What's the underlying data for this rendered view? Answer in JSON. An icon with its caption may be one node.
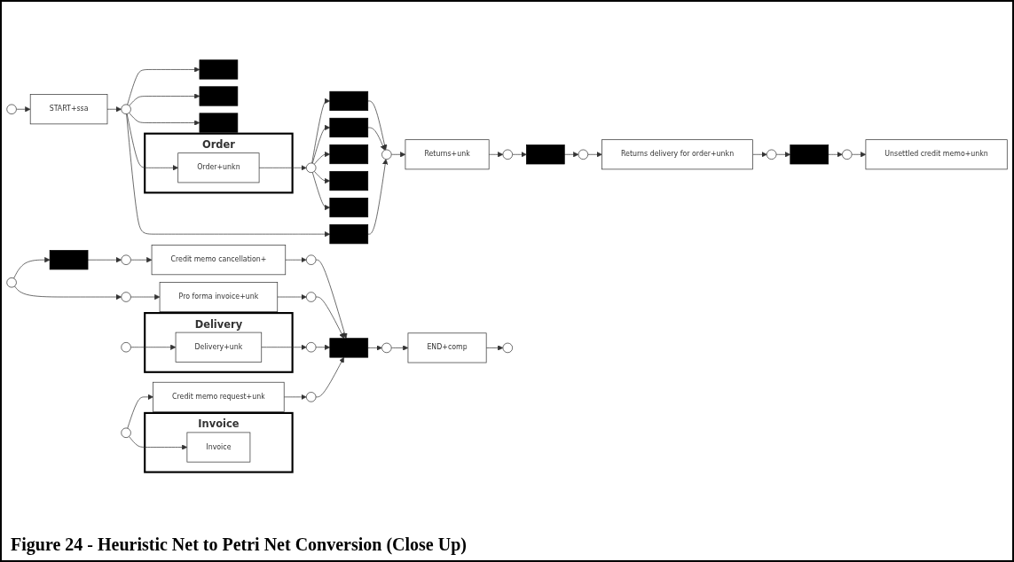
{
  "diagram": {
    "caption": "Figure 24 - Heuristic Net to Petri Net Conversion (Close Up)",
    "nodes": [
      {
        "text": [],
        "shape": "circle"
      },
      {
        "text": [
          "START+ssa"
        ]
      },
      {
        "text": [],
        "shape": "circle"
      },
      {
        "text": [],
        "shape": "bar"
      },
      {
        "text": [],
        "shape": "bar"
      },
      {
        "text": [],
        "shape": "bar"
      },
      {
        "text": [
          "Order"
        ]
      },
      {
        "text": [
          "Order+unkn"
        ],
        "in": 6
      },
      {
        "text": [],
        "shape": "circle"
      },
      {
        "text": [],
        "shape": "bar"
      },
      {
        "text": [],
        "shape": "bar"
      },
      {
        "text": [],
        "shape": "bar"
      },
      {
        "text": [],
        "shape": "circle"
      },
      {
        "text": [
          "Returns+unk"
        ]
      },
      {
        "text": [],
        "shape": "circle"
      },
      {
        "text": [],
        "shape": "bar"
      },
      {
        "text": [],
        "shape": "circle"
      },
      {
        "text": [
          "Returns delivery for order+unkn"
        ]
      },
      {
        "text": [],
        "shape": "circle"
      },
      {
        "text": [],
        "shape": "bar"
      },
      {
        "text": [],
        "shape": "circle"
      },
      {
        "text": [
          "Unsettled credit memo+unkn"
        ]
      },
      {
        "text": [],
        "shape": "circle"
      },
      {
        "text": [],
        "shape": "bar"
      },
      {
        "text": [],
        "shape": "circle"
      },
      {
        "text": [
          "Credit memo cancellation+"
        ]
      },
      {
        "text": [],
        "shape": "circle"
      },
      {
        "text": [
          "Pro forma invoice+unk"
        ]
      },
      {
        "text": [],
        "shape": "circle"
      },
      {
        "text": [],
        "shape": "circle"
      },
      {
        "text": [],
        "shape": "bar"
      },
      {
        "text": [],
        "shape": "bar"
      },
      {
        "text": [],
        "shape": "bar"
      },
      {
        "text": [],
        "shape": "circle"
      },
      {
        "text": [
          "Delivery"
        ]
      },
      {
        "text": [
          "Delivery+unk"
        ],
        "in": 34
      },
      {
        "text": [],
        "shape": "circle"
      },
      {
        "text": [
          "Credit memo request+unk"
        ]
      },
      {
        "text": [
          "Invoice"
        ]
      },
      {
        "text": [
          "Invoice"
        ],
        "in": 38
      },
      {
        "text": [],
        "shape": "circle"
      },
      {
        "text": [],
        "shape": "circle"
      },
      {
        "text": [],
        "shape": "bar"
      },
      {
        "text": [],
        "shape": "circle"
      },
      {
        "text": [
          "END+comp"
        ]
      },
      {
        "text": [],
        "shape": "circle"
      }
    ],
    "edges": [
      {
        "from": 0,
        "to": 1,
        "arrow": "to"
      },
      {
        "from": 1,
        "to": 2,
        "arrow": "to"
      },
      {
        "from": 2,
        "to": 3,
        "arrow": "to"
      },
      {
        "from": 2,
        "to": 4,
        "arrow": "to"
      },
      {
        "from": 2,
        "to": 5,
        "arrow": "to"
      },
      {
        "from": 2,
        "to": 7,
        "arrow": "to"
      },
      {
        "from": 2,
        "to": 9,
        "arrow": "to"
      },
      {
        "from": 7,
        "to": 8,
        "arrow": "to"
      },
      {
        "from": 8,
        "to": 10,
        "arrow": "to"
      },
      {
        "from": 8,
        "to": 11,
        "arrow": "to"
      },
      {
        "from": 8,
        "to": 30,
        "arrow": "to"
      },
      {
        "from": 8,
        "to": 31,
        "arrow": "to"
      },
      {
        "from": 8,
        "to": 32,
        "arrow": "to"
      },
      {
        "from": 9,
        "to": 12,
        "arrow": "to"
      },
      {
        "from": 10,
        "to": 12,
        "arrow": "to"
      },
      {
        "from": 11,
        "to": 12,
        "arrow": "to"
      },
      {
        "from": 12,
        "to": 13,
        "arrow": "to"
      },
      {
        "from": 13,
        "to": 14,
        "arrow": "to"
      },
      {
        "from": 14,
        "to": 15,
        "arrow": "to"
      },
      {
        "from": 15,
        "to": 16,
        "arrow": "to"
      },
      {
        "from": 16,
        "to": 17,
        "arrow": "to"
      },
      {
        "from": 17,
        "to": 18,
        "arrow": "to"
      },
      {
        "from": 18,
        "to": 19,
        "arrow": "to"
      },
      {
        "from": 19,
        "to": 20,
        "arrow": "to"
      },
      {
        "from": 20,
        "to": 21,
        "arrow": "to"
      },
      {
        "from": 22,
        "to": 23,
        "arrow": "to"
      },
      {
        "from": 23,
        "to": 24,
        "arrow": "to"
      },
      {
        "from": 24,
        "to": 25,
        "arrow": "to"
      },
      {
        "from": 25,
        "to": 28,
        "arrow": "to"
      },
      {
        "from": 22,
        "to": 26,
        "arrow": "to"
      },
      {
        "from": 26,
        "to": 27,
        "arrow": "to"
      },
      {
        "from": 27,
        "to": 29,
        "arrow": "to"
      },
      {
        "from": 33,
        "to": 35,
        "arrow": "to"
      },
      {
        "from": 35,
        "to": 40,
        "arrow": "to"
      },
      {
        "from": 36,
        "to": 37,
        "arrow": "to"
      },
      {
        "from": 36,
        "to": 39,
        "arrow": "to"
      },
      {
        "from": 37,
        "to": 41,
        "arrow": "to"
      },
      {
        "from": 28,
        "to": 42,
        "arrow": "to"
      },
      {
        "from": 29,
        "to": 42,
        "arrow": "to"
      },
      {
        "from": 40,
        "to": 42,
        "arrow": "to"
      },
      {
        "from": 41,
        "to": 42,
        "arrow": "to"
      },
      {
        "from": 42,
        "to": 43,
        "arrow": "to"
      },
      {
        "from": 43,
        "to": 44,
        "arrow": "to"
      },
      {
        "from": 44,
        "to": 45,
        "arrow": "to"
      }
    ]
  }
}
